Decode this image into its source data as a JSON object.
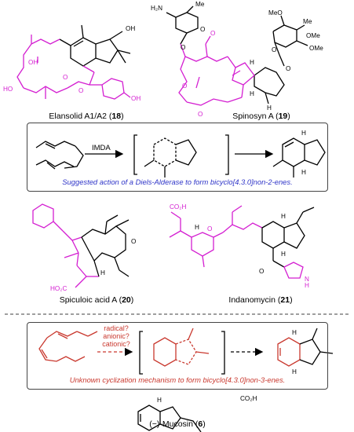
{
  "compounds": {
    "elansolid": {
      "name": "Elansolid A1/A2 (",
      "number": "18",
      "close": ")"
    },
    "spinosyn": {
      "name": "Spinosyn A (",
      "number": "19",
      "close": ")"
    },
    "spiculoic": {
      "name": "Spiculoic acid A (",
      "number": "20",
      "close": ")"
    },
    "indanomycin": {
      "name": "Indanomycin (",
      "number": "21",
      "close": ")"
    },
    "mucosin": {
      "name": "(−)-Mucosin (",
      "number": "6",
      "close": ")"
    }
  },
  "box_da": {
    "arrow_label": "IMDA",
    "caption": "Suggested action of a Diels-Alderase to form bicyclo[4.3.0]non-2-enes."
  },
  "box_unknown": {
    "questions": [
      "radical?",
      "anionic?",
      "cationic?"
    ],
    "caption": "Unknown cyclization mechanism to form bicyclo[4.3.0]non-3-enes."
  },
  "atoms": {
    "oh": "OH",
    "ho": "HO",
    "o": "O",
    "h": "H",
    "me": "Me",
    "ome": "OMe",
    "meo": "MeO",
    "h2n": "H₂N",
    "co2h": "CO₂H",
    "ho2c": "HO₂C",
    "n": "N"
  },
  "colors": {
    "magenta": "#d41fd1",
    "red": "#c9382e",
    "blue": "#2f35c8",
    "black": "#000000"
  }
}
